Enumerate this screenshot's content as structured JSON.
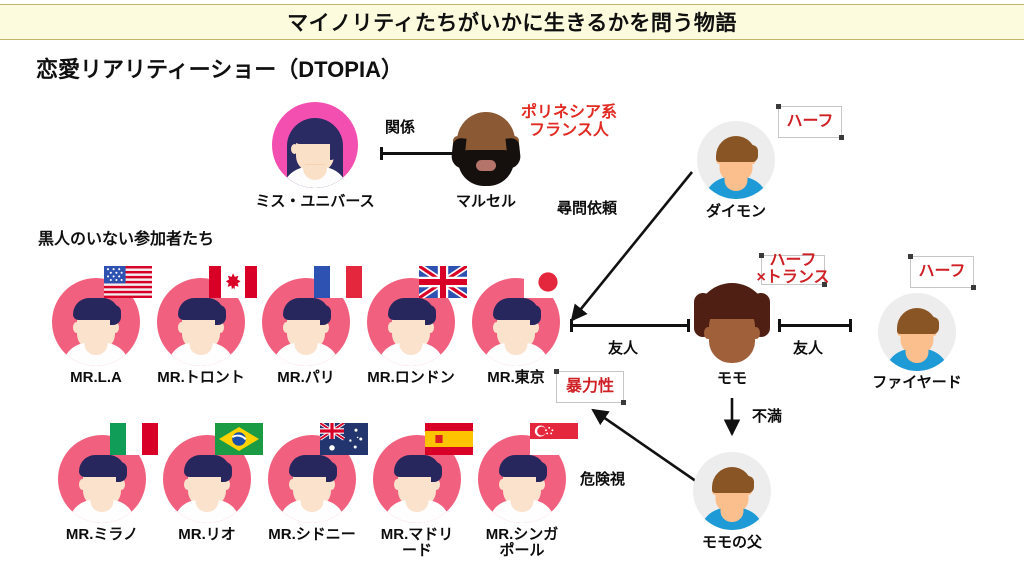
{
  "header": {
    "title": "マイノリティたちがいかに生きるかを問う物語"
  },
  "subtitle": "恋愛リアリティーショー（DTOPIA）",
  "section_label": "黒人のいない参加者たち",
  "colors": {
    "header_bg": "#fcfbdd",
    "header_border": "#bdb56a",
    "annotation_red": "#cf2026",
    "participant_pink": "#f1607e",
    "miss_pink": "#f24fb0",
    "shirt_blue": "#1e9ad6",
    "text_black": "#0d0d0d"
  },
  "characters": {
    "miss_universe": {
      "name": "ミス・ユニバース",
      "avatar": "female-pink-avatar"
    },
    "marcel": {
      "name": "マルセル",
      "avatar": "bearded-man-avatar",
      "note": "ポリネシア系\nフランス人"
    },
    "daimon": {
      "name": "ダイモン",
      "avatar": "male-circle-avatar",
      "tag": "ハーフ"
    },
    "momo": {
      "name": "モモ",
      "avatar": "afro-man-avatar",
      "tag": "ハーフ\n×トランス"
    },
    "fireyard": {
      "name": "ファイヤード",
      "avatar": "male-circle-avatar",
      "tag": "ハーフ"
    },
    "momo_father": {
      "name": "モモの父",
      "avatar": "male-circle-avatar"
    }
  },
  "tags": {
    "violence": "暴力性"
  },
  "relations": {
    "kankei": "関係",
    "jinmon_irai": "尋問依頼",
    "yuujin_left": "友人",
    "yuujin_right": "友人",
    "fuman": "不満",
    "kikenshi": "危険視"
  },
  "participants_row1": [
    {
      "label": "MR.L.A",
      "flag": "us-flag"
    },
    {
      "label": "MR.トロント",
      "flag": "ca-flag"
    },
    {
      "label": "MR.パリ",
      "flag": "fr-flag"
    },
    {
      "label": "MR.ロンドン",
      "flag": "gb-flag"
    },
    {
      "label": "MR.東京",
      "flag": "jp-flag"
    }
  ],
  "participants_row2": [
    {
      "label": "MR.ミラノ",
      "flag": "it-flag"
    },
    {
      "label": "MR.リオ",
      "flag": "br-flag"
    },
    {
      "label": "MR.シドニー",
      "flag": "au-flag"
    },
    {
      "label": "MR.マドリード",
      "flag": "es-flag"
    },
    {
      "label": "MR.シンガポール",
      "flag": "sg-flag"
    }
  ]
}
